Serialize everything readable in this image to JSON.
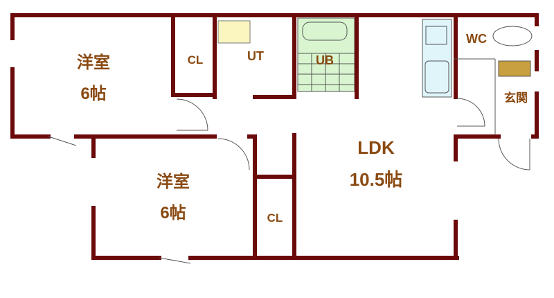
{
  "rooms": {
    "western1": {
      "name": "洋室",
      "size": "6帖"
    },
    "western2": {
      "name": "洋室",
      "size": "6帖"
    },
    "closet1": "CL",
    "closet2": "CL",
    "utility": "UT",
    "bath": "UB",
    "ldk": {
      "name": "LDK",
      "size": "10.5帖"
    },
    "wc": "WC",
    "entrance": "玄関"
  },
  "colors": {
    "wall": "#6b0a0a",
    "label": "#8a4a12",
    "bath": "#d8f5d0",
    "kitchen": "#dff5fa",
    "sink": "#fbf5c0",
    "shoe": "#c9a040"
  }
}
